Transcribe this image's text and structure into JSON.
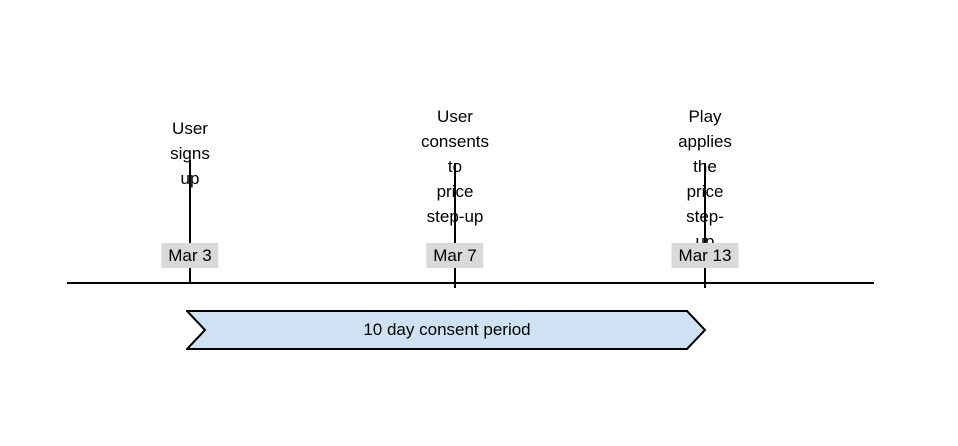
{
  "diagram": {
    "events": [
      {
        "label": "User signs up",
        "date": "Mar 3"
      },
      {
        "label": "User consents to\nprice step-up",
        "date": "Mar 7"
      },
      {
        "label": "Play applies the\nprice step-up",
        "date": "Mar 13"
      }
    ],
    "period": {
      "label": "10 day consent period"
    },
    "colors": {
      "axis": "#000000",
      "tick": "#000000",
      "date_badge_bg": "#d9d9d9",
      "period_fill": "#cfe2f3",
      "period_stroke": "#000000",
      "text": "#000000"
    }
  }
}
